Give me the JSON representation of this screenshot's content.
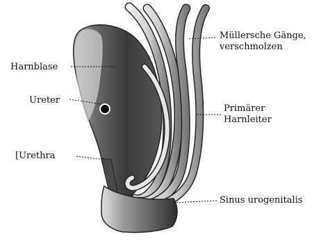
{
  "figure": {
    "background": "#ffffff",
    "ink": "#111111",
    "tissue_dark": "#3a3a3a",
    "tissue_light": "#d9d9d9"
  },
  "labels": {
    "harnblase": "Harnblase",
    "ureter": "Ureter",
    "urethra": "[Urethra",
    "muellersche_line1": "Müllersche Gänge,",
    "muellersche_line2": "verschmolzen",
    "primaerer_line1": "Primärer",
    "primaerer_line2": "Harnleiter",
    "sinus": "Sinus urogenitalis"
  }
}
